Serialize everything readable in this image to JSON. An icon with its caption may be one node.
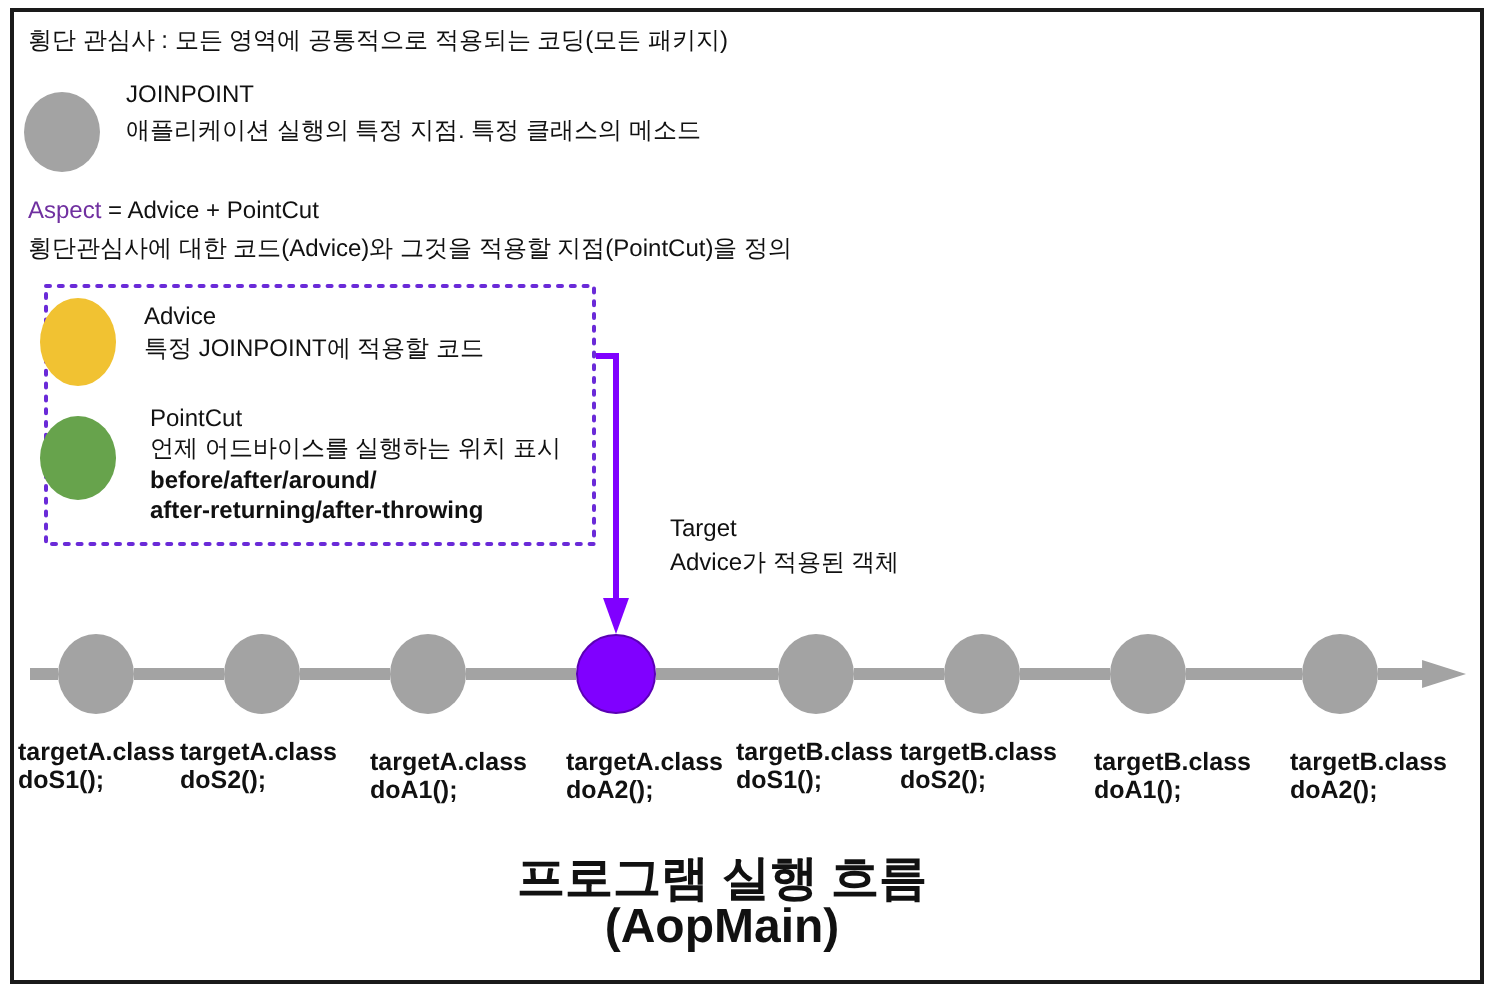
{
  "diagram": {
    "caption": "프로그램 실행 흐름 (AopMain)",
    "nodes": [
      {
        "text": [],
        "shape": "circle",
        "beside": [
          "JOINPOINT",
          "애플리케이션 실행의 특정 지점. 특정 클래스의 메소드"
        ]
      },
      {
        "text": [],
        "shape": "box"
      },
      {
        "text": [],
        "shape": "circle",
        "in": 1,
        "beside": [
          "Advice",
          "특정 JOINPOINT에 적용할 코드"
        ]
      },
      {
        "text": [],
        "shape": "circle",
        "in": 1,
        "beside": [
          "PointCut",
          "언제 어드바이스를 실행하는 위치 표시",
          "before/after/around/ after-returning/after-throwing"
        ]
      },
      {
        "text": [],
        "shape": "circle",
        "beside": [
          "targetA.class doS1();"
        ]
      },
      {
        "text": [],
        "shape": "circle",
        "beside": [
          "targetA.class doS2();"
        ]
      },
      {
        "text": [],
        "shape": "circle",
        "beside": [
          "targetA.class doA1();"
        ]
      },
      {
        "text": [],
        "shape": "circle",
        "beside": [
          "targetA.class doA2();"
        ]
      },
      {
        "text": [],
        "shape": "circle",
        "beside": [
          "targetB.class doS1();"
        ]
      },
      {
        "text": [],
        "shape": "circle",
        "beside": [
          "targetB.class doS2();"
        ]
      },
      {
        "text": [],
        "shape": "circle",
        "beside": [
          "targetB.class doA1();"
        ]
      },
      {
        "text": [],
        "shape": "circle",
        "beside": [
          "targetB.class doA2();"
        ]
      }
    ],
    "edges": [
      {
        "from": 1,
        "to": 7,
        "arrow": "to",
        "color": "#8000ff"
      },
      {
        "from": null,
        "to": 4,
        "arrow": "none"
      },
      {
        "from": 4,
        "to": 5,
        "arrow": "none"
      },
      {
        "from": 5,
        "to": 6,
        "arrow": "none"
      },
      {
        "from": 6,
        "to": 7,
        "arrow": "none"
      },
      {
        "from": 7,
        "to": 8,
        "arrow": "none"
      },
      {
        "from": 8,
        "to": 9,
        "arrow": "none"
      },
      {
        "from": 9,
        "to": 10,
        "arrow": "none"
      },
      {
        "from": 10,
        "to": 11,
        "arrow": "none"
      },
      {
        "from": 11,
        "to": null,
        "arrow": "to"
      }
    ],
    "labels": [
      "횡단 관심사 : 모든 영역에 공통적으로 적용되는 코딩(모든 패키지)",
      "Aspect = Advice + PointCut",
      "횡단관심사에 대한 코드(Advice)와 그것을 적용할 지점(PointCut)을 정의",
      "Target",
      "Advice가 적용된 객체"
    ]
  }
}
